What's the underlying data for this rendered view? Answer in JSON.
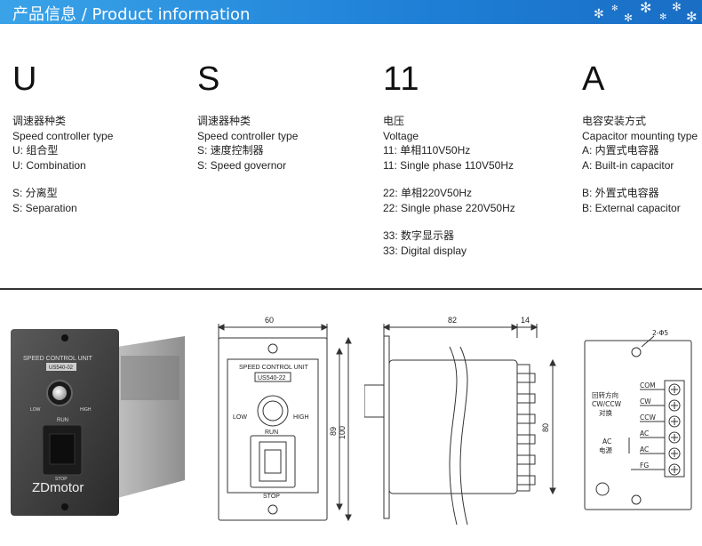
{
  "header": {
    "title": "产品信息 / Product information"
  },
  "codes": [
    {
      "letter": "U",
      "lines": [
        "调速器种类",
        "Speed controller type",
        "U: 组合型",
        "U: Combination",
        "",
        "S: 分离型",
        "S: Separation"
      ]
    },
    {
      "letter": "S",
      "lines": [
        "调速器种类",
        "Speed controller type",
        "S: 速度控制器",
        "S: Speed governor"
      ]
    },
    {
      "letter": "11",
      "lines": [
        "电压",
        "Voltage",
        "11: 单相110V50Hz",
        "11: Single phase 110V50Hz",
        "",
        "22: 单相220V50Hz",
        "22: Single phase 220V50Hz",
        "",
        "33: 数字显示器",
        "33: Digital display"
      ]
    },
    {
      "letter": "A",
      "lines": [
        "电容安装方式",
        "Capacitor mounting type",
        "A: 内置式电容器",
        "A: Built-in capacitor",
        "",
        "B: 外置式电容器",
        "B: External capacitor"
      ]
    }
  ],
  "photo": {
    "panel_label": "SPEED CONTROL UNIT",
    "model": "US540-02",
    "low": "LOW",
    "high": "HIGH",
    "run": "RUN",
    "stop": "STOP",
    "brand": "ZDmotor"
  },
  "front": {
    "width_dim": "60",
    "height_inner": "89",
    "height_outer": "100",
    "panel_label": "SPEED CONTROL UNIT",
    "model": "US540-22",
    "low": "LOW",
    "high": "HIGH",
    "run": "RUN",
    "stop": "STOP"
  },
  "side": {
    "depth_dim": "82",
    "terminal_dim": "14",
    "height_dim": "80"
  },
  "back": {
    "hole_dim": "2-Φ5",
    "rotation_label_1": "回转方向",
    "rotation_label_2": "CW/CCW",
    "rotation_label_3": "对换",
    "ac_label": "AC",
    "power_label": "电源",
    "t_com": "COM",
    "t_cw": "CW",
    "t_ccw": "CCW",
    "t_ac1": "AC",
    "t_ac2": "AC",
    "t_fg": "FG"
  }
}
